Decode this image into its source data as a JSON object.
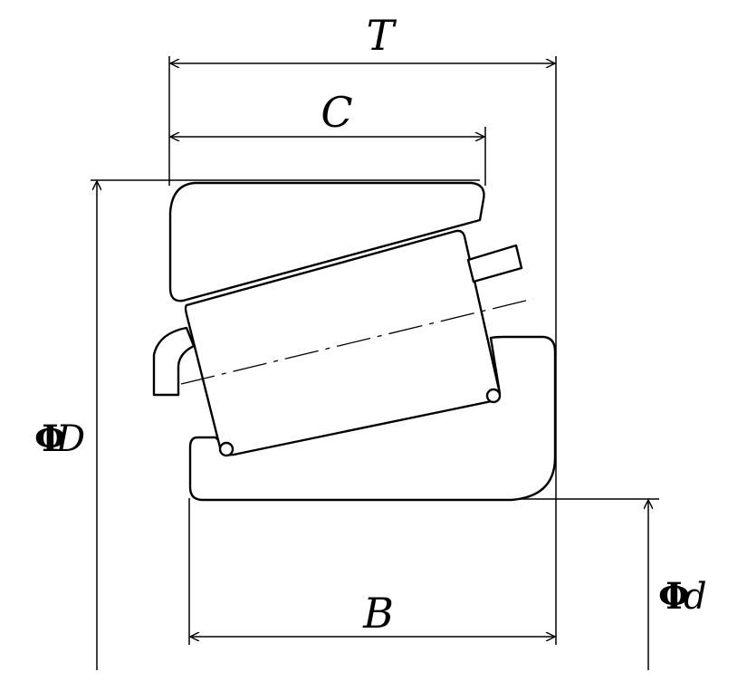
{
  "diagram": {
    "labels": {
      "T": "T",
      "C": "C",
      "B": "B",
      "phiD_symbol": "Φ",
      "phiD_letter": "D",
      "phid_symbol": "Φ",
      "phid_letter": "d"
    },
    "colors": {
      "stroke": "#000000",
      "background": "#ffffff"
    }
  }
}
